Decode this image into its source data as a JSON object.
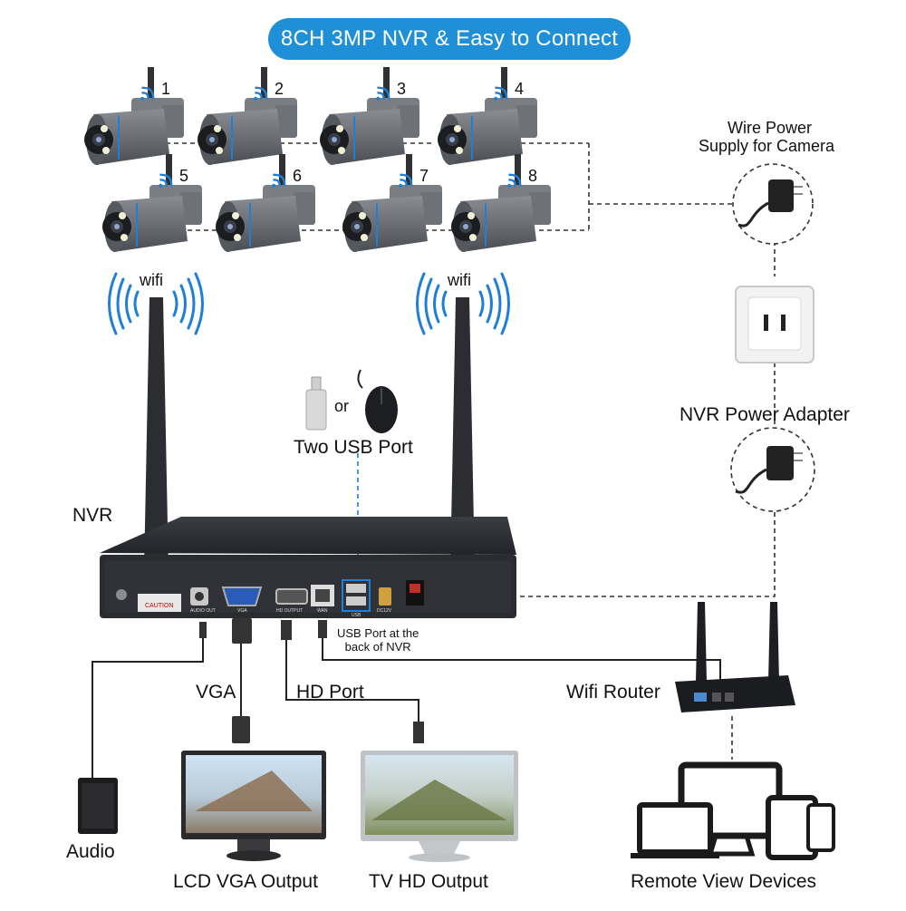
{
  "title": "8CH 3MP NVR & Easy to Connect",
  "cameras": [
    {
      "number": "1"
    },
    {
      "number": "2"
    },
    {
      "number": "3"
    },
    {
      "number": "4"
    },
    {
      "number": "5"
    },
    {
      "number": "6"
    },
    {
      "number": "7"
    },
    {
      "number": "8"
    }
  ],
  "labels": {
    "wifi_left": "wifi",
    "wifi_right": "wifi",
    "wire_power_line1": "Wire Power",
    "wire_power_line2": "Supply for Camera",
    "nvr_power_adapter": "NVR Power Adapter",
    "usb_or": "or",
    "two_usb_port": "Two USB Port",
    "nvr": "NVR",
    "usb_back_line1": "USB Port at the",
    "usb_back_line2": "back of NVR",
    "vga": "VGA",
    "hd_port": "HD Port",
    "wifi_router": "Wifi Router",
    "audio": "Audio",
    "lcd_vga_output": "LCD VGA Output",
    "tv_hd_output": "TV HD Output",
    "remote_view_devices": "Remote View Devices"
  },
  "nvr_panel": {
    "caution": "CAUTION",
    "audio_out": "AUDIO OUT",
    "vga": "VGA",
    "hd_output": "HD OUTPUT",
    "wan": "WAN",
    "usb": "USB",
    "dc12v": "DC12V"
  },
  "colors": {
    "accent_blue": "#1f8fd8",
    "wifi_blue": "#1e7fd8",
    "nvr_body": "#2a2c30",
    "camera_gray": "#6b6e73",
    "dashed_line": "#333333"
  }
}
